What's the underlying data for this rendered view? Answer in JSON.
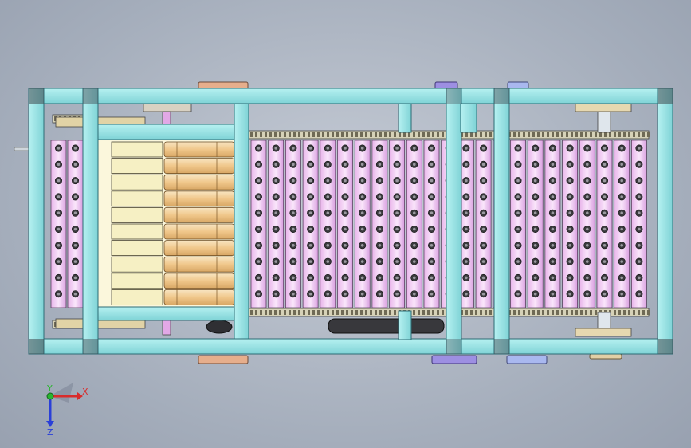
{
  "viewport": {
    "name": "cad-3d-viewport",
    "background_color": "#a9b1be"
  },
  "model": {
    "frame_color": "#8fe3e3",
    "frame_edge_color": "#2d6b74",
    "roller_color": "#f2c8f0",
    "belt_color": "#d8d6c0",
    "gear_color": "#dfcfa2",
    "cylinder_color": "#f1cf9a",
    "block_color": "#f4efc2",
    "mount_purple": "#9a8de0",
    "mount_peach": "#e9b08e",
    "dark_part": "#2f2f33"
  },
  "triad": {
    "x_label": "X",
    "y_label": "Y",
    "z_label": "Z",
    "x_color": "#d92b2b",
    "y_color": "#29b52f",
    "z_color": "#2a3fd8"
  }
}
